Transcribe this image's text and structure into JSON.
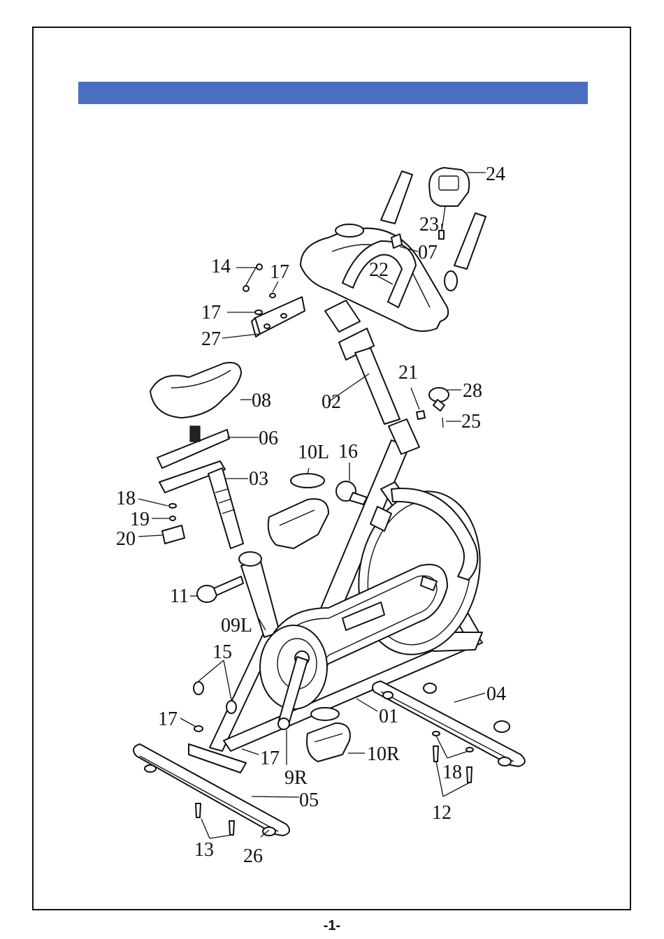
{
  "page": {
    "number": "-1-",
    "banner_color": "#4a6fc0"
  },
  "parts": {
    "p01": "01",
    "p02": "02",
    "p03": "03",
    "p04": "04",
    "p05": "05",
    "p06": "06",
    "p07": "07",
    "p08": "08",
    "p09L": "09L",
    "p10L": "10L",
    "p10R": "10R",
    "p11": "11",
    "p12": "12",
    "p13": "13",
    "p14": "14",
    "p15": "15",
    "p16": "16",
    "p17": "17",
    "p18": "18",
    "p19": "19",
    "p20": "20",
    "p21": "21",
    "p22": "22",
    "p23": "23",
    "p24": "24",
    "p25": "25",
    "p26": "26",
    "p27": "27",
    "p28": "28",
    "p9R": "9R"
  }
}
